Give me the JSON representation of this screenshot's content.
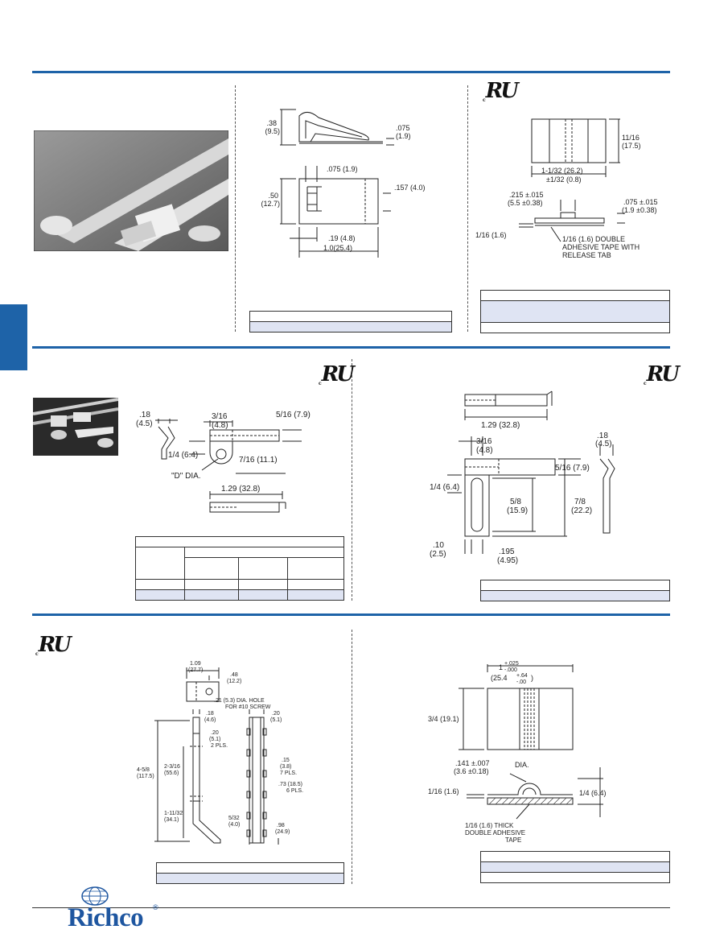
{
  "brand": {
    "name": "Richco",
    "registered_mark": "®",
    "accent_color": "#1e63a8"
  },
  "cert_mark": {
    "symbol": "R",
    "tail": "U"
  },
  "sections": [
    {
      "id": "s1",
      "dims": {
        "h38": ".38",
        "h38mm": "(9.5)",
        "t075": ".075",
        "t075mm": "(1.9)",
        "w075": ".075 (1.9)",
        "h50": ".50",
        "h50mm": "(12.7)",
        "w157": ".157 (4.0)",
        "w19": ".19 (4.8)",
        "w10": "1.0(25.4)"
      }
    },
    {
      "id": "s2",
      "dims": {
        "h1116": "11/16",
        "h1116mm": "(17.5)",
        "w1132a": "1-1/32 (26.2)",
        "w1132b": "±1/32 (0.8)",
        "w215a": ".215 ±.015",
        "w215b": "(5.5 ±0.38)",
        "w075a": ".075 ±.015",
        "w075b": "(1.9 ±0.38)",
        "t116": "1/16 (1.6)",
        "note1": "1/16 (1.6) DOUBLE",
        "note2": "ADHESIVE TAPE WITH",
        "note3": "RELEASE TAB"
      }
    },
    {
      "id": "s3",
      "dims": {
        "h18": ".18",
        "h18mm": "(4.5)",
        "w316": "3/16",
        "w316mm": "(4.8)",
        "w516": "5/16 (7.9)",
        "h14": "1/4 (6.4)",
        "w716": "7/16 (11.1)",
        "dia": "\"D\" DIA.",
        "w129": "1.29 (32.8)"
      }
    },
    {
      "id": "s4",
      "dims": {
        "w129": "1.29 (32.8)",
        "w316": "3/16",
        "w316mm": "(4.8)",
        "h18": ".18",
        "h18mm": "(4.5)",
        "w516": "5/16 (7.9)",
        "h14": "1/4 (6.4)",
        "h58": "5/8",
        "h58mm": "(15.9)",
        "h78": "7/8",
        "h78mm": "(22.2)",
        "w10": ".10",
        "w10mm": "(2.5)",
        "w195": ".195",
        "w195mm": "(4.95)"
      }
    },
    {
      "id": "s5",
      "dims": {
        "w109": "1.09",
        "w109mm": "(27.7)",
        "w48": ".48",
        "w48mm": "(12.2)",
        "hole1": ".21 (5.3) DIA. HOLE",
        "hole2": "FOR #10 SCREW",
        "w18": ".18",
        "w18mm": "(4.6)",
        "w20": ".20",
        "w20mm": "(5.1)",
        "s20": ".20",
        "s20mm": "(5.1)",
        "s20pl": "2 PLS.",
        "s15": ".15",
        "s15mm": "(3.8)",
        "s15pl": "7 PLS.",
        "h458": "4-5/8",
        "h458mm": "(117.5)",
        "h2316": "2-3/16",
        "h2316mm": "(55.6)",
        "s73": ".73 (18.5)",
        "s73pl": "6 PLS.",
        "h11132": "1-11/32",
        "h11132mm": "(34.1)",
        "w532": "5/32",
        "w532mm": "(4.0)",
        "w98": ".98",
        "w98mm": "(24.9)"
      }
    },
    {
      "id": "s6",
      "dims": {
        "w1a": "1",
        "w1tol_plus": "+.025",
        "w1tol_minus": "-.000",
        "w1mm": "(25.4",
        "w1mmtol_plus": "+.64",
        "w1mmtol_minus": "-.00",
        "w1mmclose": ")",
        "h34": "3/4 (19.1)",
        "d141a": ".141 ±.007",
        "d141b": "(3.6 ±0.18)",
        "dia": "DIA.",
        "t116": "1/16 (1.6)",
        "h14": "1/4 (6.4)",
        "note1": "1/16 (1.6) THICK",
        "note2": "DOUBLE ADHESIVE",
        "note3": "TAPE"
      }
    }
  ]
}
